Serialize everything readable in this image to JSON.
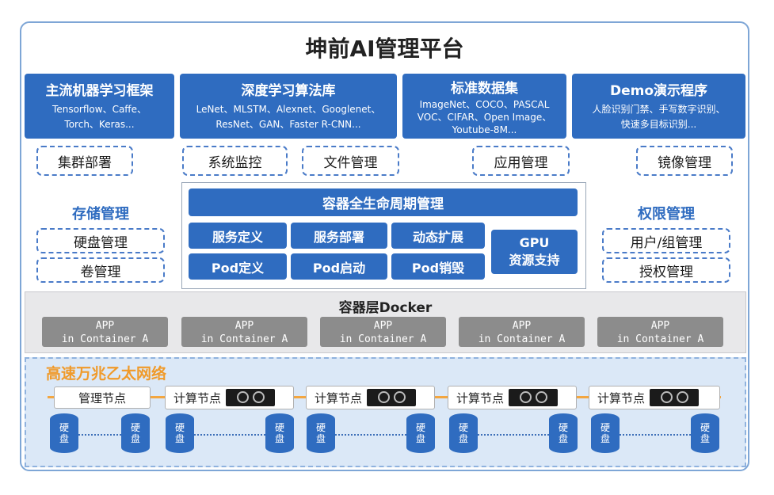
{
  "title": "坤前AI管理平台",
  "top_boxes": [
    {
      "title": "主流机器学习框架",
      "desc": "Tensorflow、Caffe、\nTorch、Keras..."
    },
    {
      "title": "深度学习算法库",
      "desc": "LeNet、MLSTM、Alexnet、Googlenet、\nResNet、GAN、Faster R-CNN..."
    },
    {
      "title": "标准数据集",
      "desc": "ImageNet、COCO、PASCAL\nVOC、CIFAR、Open Image、\nYoutube-8M..."
    },
    {
      "title": "Demo演示程序",
      "desc": "人脸识别门禁、手写数字识别、\n快速多目标识别..."
    }
  ],
  "row2": [
    "集群部署",
    "系统监控",
    "文件管理",
    "应用管理",
    "镜像管理"
  ],
  "storage": {
    "title": "存储管理",
    "items": [
      "硬盘管理",
      "卷管理"
    ]
  },
  "permission": {
    "title": "权限管理",
    "items": [
      "用户/组管理",
      "授权管理"
    ]
  },
  "container_lifecycle": {
    "title": "容器全生命周期管理",
    "items": [
      "服务定义",
      "服务部署",
      "动态扩展",
      "Pod定义",
      "Pod启动",
      "Pod销毁"
    ],
    "gpu": "GPU\n资源支持"
  },
  "docker": {
    "title": "容器层Docker",
    "apps": [
      "APP\nin Container A",
      "APP\nin Container A",
      "APP\nin Container A",
      "APP\nin Container A",
      "APP\nin Container A"
    ]
  },
  "network": {
    "title": "高速万兆乙太网络",
    "manage_node": "管理节点",
    "compute_nodes": [
      "计算节点",
      "计算节点",
      "计算节点",
      "计算节点"
    ],
    "disk_label": "硬\n盘"
  },
  "icons": [
    "gpu-card-icon",
    "disk-icon"
  ],
  "colors": {
    "primary": "#2f6cc0",
    "accent": "#f09a2a",
    "network_bg": "#dbe8f7"
  }
}
